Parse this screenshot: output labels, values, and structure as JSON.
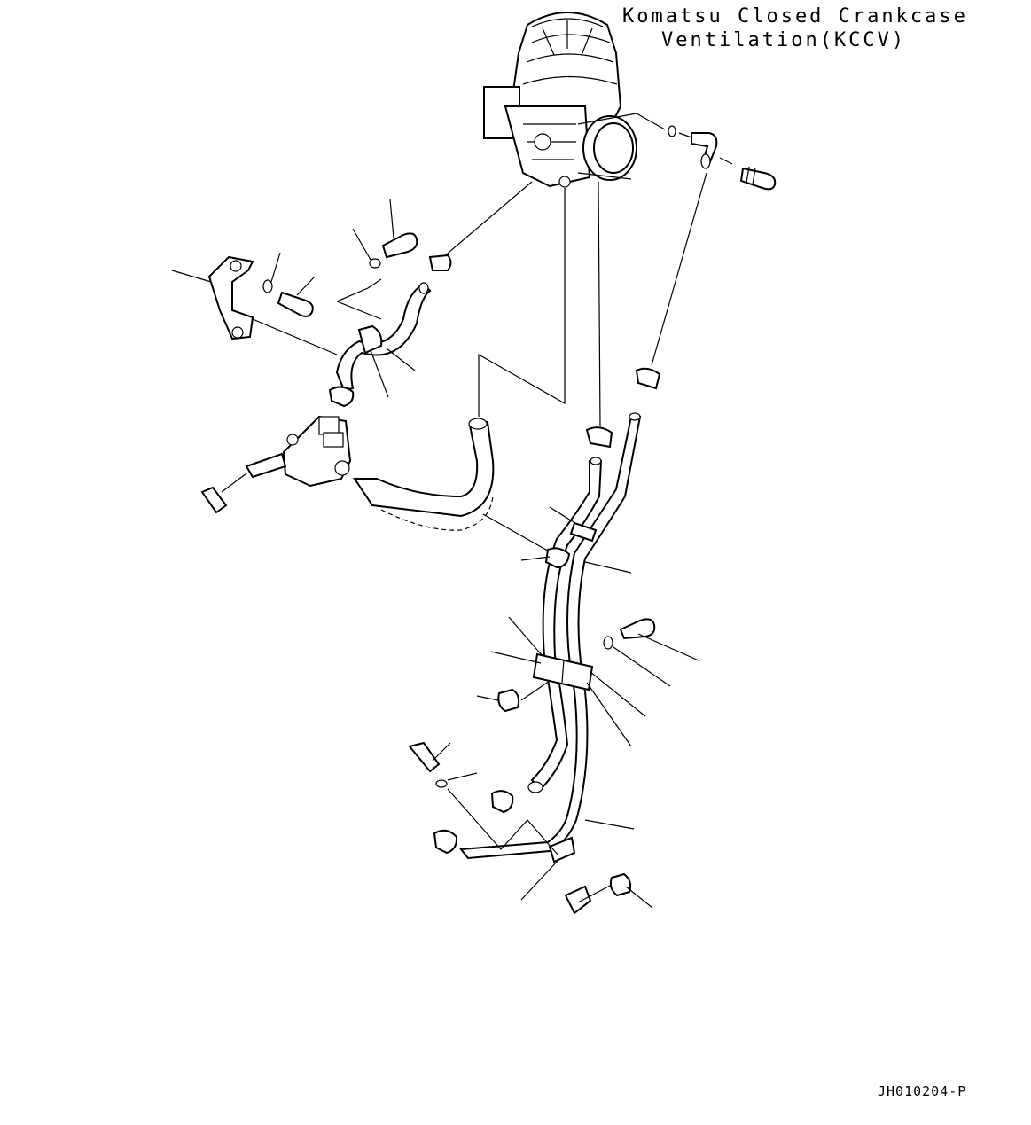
{
  "title": {
    "line1": "Komatsu Closed Crankcase",
    "line2": "Ventilation(KCCV)"
  },
  "drawing_code": "JH010204-P"
}
